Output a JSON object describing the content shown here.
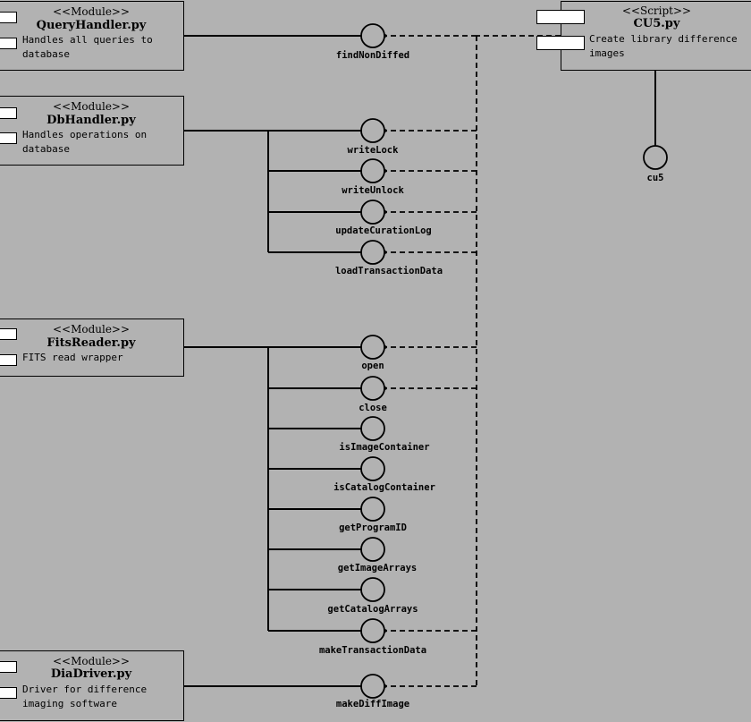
{
  "modules": {
    "query_handler": {
      "stereotype": "<<Module>>",
      "name": "QueryHandler.py",
      "description": "Handles all queries to\ndatabase"
    },
    "db_handler": {
      "stereotype": "<<Module>>",
      "name": "DbHandler.py",
      "description": "Handles operations on\ndatabase"
    },
    "fits_reader": {
      "stereotype": "<<Module>>",
      "name": "FitsReader.py",
      "description": "FITS read wrapper"
    },
    "dia_driver": {
      "stereotype": "<<Module>>",
      "name": "DiaDriver.py",
      "description": "Driver for difference\nimaging software"
    },
    "cu5": {
      "stereotype": "<<Script>>",
      "name": "CU5.py",
      "description": "Create library difference\nimages"
    }
  },
  "interfaces": {
    "find_non_diffed": "findNonDiffed",
    "write_lock": "writeLock",
    "write_unlock": "writeUnlock",
    "update_curation_log": "updateCurationLog",
    "load_transaction_data": "loadTransactionData",
    "open": "open",
    "close": "close",
    "is_image_container": "isImageContainer",
    "is_catalog_container": "isCatalogContainer",
    "get_program_id": "getProgramID",
    "get_image_arrays": "getImageArrays",
    "get_catalog_arrays": "getCatalogArrays",
    "make_transaction_data": "makeTransactionData",
    "make_diff_image": "makeDiffImage",
    "cu5": "cu5"
  },
  "colors": {
    "background": "#b2b2b2",
    "line": "#000000",
    "port": "#ffffff"
  }
}
